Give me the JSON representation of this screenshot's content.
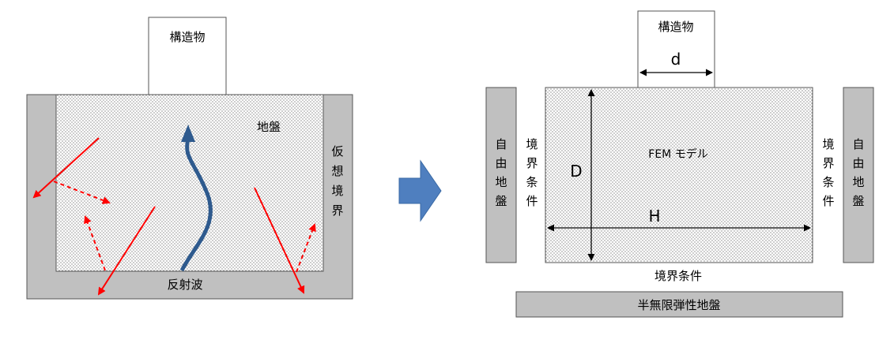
{
  "left_diagram": {
    "structure_label": "構造物",
    "ground_label": "地盤",
    "virtual_boundary_chars": [
      "仮",
      "想",
      "境",
      "界"
    ],
    "reflected_wave_label": "反射波"
  },
  "right_diagram": {
    "structure_label": "構造物",
    "width_label": "d",
    "depth_label": "D",
    "height_label": "H",
    "fem_label": "FEM モデル",
    "free_ground_left_chars": [
      "自",
      "由",
      "地",
      "盤"
    ],
    "free_ground_right_chars": [
      "自",
      "由",
      "地",
      "盤"
    ],
    "boundary_left_chars": [
      "境",
      "界",
      "条",
      "件"
    ],
    "boundary_right_chars": [
      "境",
      "界",
      "条",
      "件"
    ],
    "boundary_bottom_label": "境界条件",
    "halfspace_label": "半無限弾性地盤"
  },
  "colors": {
    "wall_gray": "#c0c0c0",
    "red_arrow": "#ff0000",
    "blue_arrow": "#2e5a8e",
    "big_arrow": "#4f7fbf"
  }
}
